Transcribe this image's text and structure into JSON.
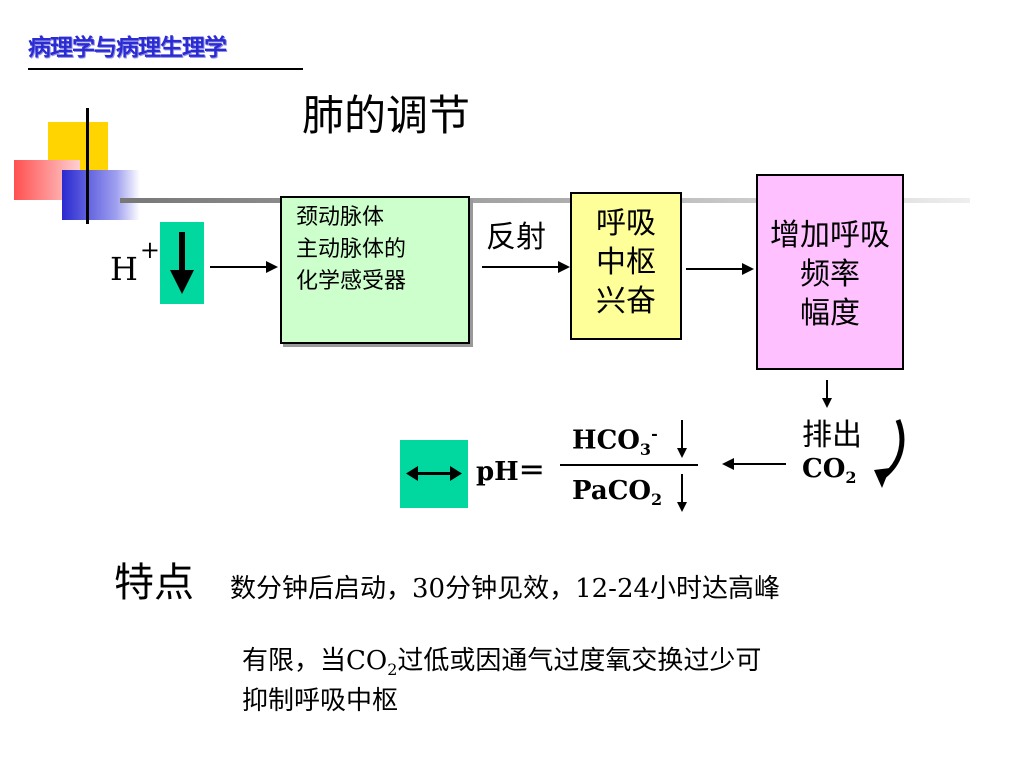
{
  "header": {
    "course_title": "病理学与病理生理学",
    "slide_title": "肺的调节"
  },
  "diagram": {
    "stimulus": {
      "ion": "H",
      "sup": "+"
    },
    "receptor_lines": [
      "颈动脉体",
      "主动脉体的",
      "化学感受器"
    ],
    "reflex_label": "反射",
    "center_lines": [
      "呼吸",
      "中枢",
      "兴奋"
    ],
    "effect_lines": [
      "增加呼吸",
      "频率",
      "幅度"
    ],
    "exhaust": {
      "line1": "排出",
      "co2_main": "CO",
      "co2_sub": "2"
    },
    "equation": {
      "lhs": "pH＝",
      "numerator_main": "HCO",
      "numerator_sub": "3",
      "numerator_sup": "-",
      "denominator_main": "PaCO",
      "denominator_sub": "2"
    }
  },
  "features": {
    "label": "特点",
    "line1": "数分钟后启动，30分钟见效，12-24小时达高峰",
    "line2_pre": "有限，当CO",
    "line2_sub": "2",
    "line2_post": "过低或因通气过度氧交换过少可",
    "line3": "抑制呼吸中枢"
  },
  "colors": {
    "course_title": "#2b2bd4",
    "indicator_box": "#00d8a0",
    "center_box": "#ffff99",
    "effect_box": "#ffc0ff"
  }
}
